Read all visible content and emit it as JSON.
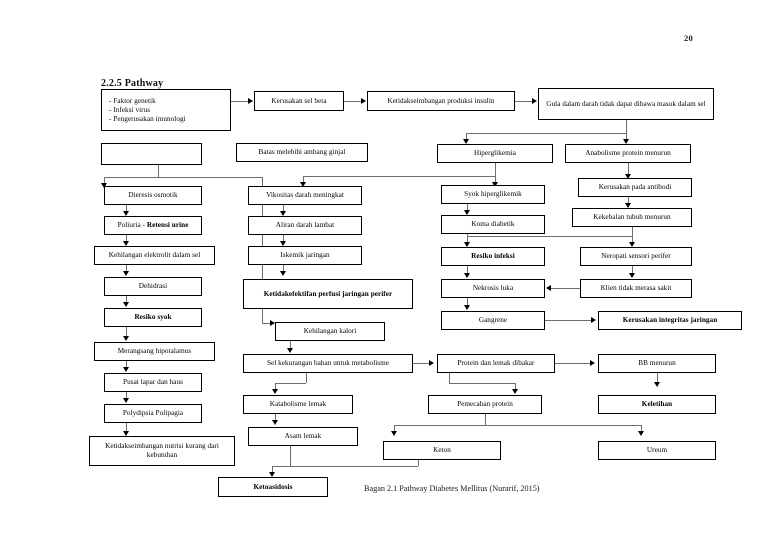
{
  "page": {
    "number": "20",
    "section_title": "2.2.5 Pathway",
    "caption": "Bagan 2.1 Pathway Diabetes Mellitus (Nurarif, 2015)"
  },
  "chart_data": {
    "type": "diagram",
    "title": "Bagan 2.1 Pathway Diabetes Mellitus (Nurarif, 2015)",
    "notes": "Flowchart pathway of Diabetes Mellitus pathophysiology"
  },
  "nodes": {
    "etiology": {
      "lines": [
        "-  Faktor genetik",
        "-  Infeksi virus",
        "-  Pengerusakan imunologi"
      ]
    },
    "kerusakan_sel_beta": {
      "label": "Kerusakan sel beta"
    },
    "ketidakseimbangan_insulin": {
      "label": "Ketidakseimbangan produksi insulin"
    },
    "gula_darah": {
      "label": "Gula dalam darah tidak dapat dibawa masuk dalam sel"
    },
    "empty_box": {
      "label": ""
    },
    "batas_ambang_ginjal": {
      "label": "Batas melebihi ambang ginjal"
    },
    "hiperglikemia": {
      "label": "Hiperglikemia"
    },
    "anabolisme_protein": {
      "label": "Anabolisme protein menurun"
    },
    "diuresis_osmotik": {
      "label": "Dieresis osmotik"
    },
    "vikositas_darah": {
      "label": "Vikositas darah meningkat"
    },
    "syok_hiperglikemik": {
      "label": "Syok hiperglikemik"
    },
    "kerusakan_antibodi": {
      "label": "Kerusakan pada antibodi"
    },
    "poliuria": {
      "prefix": "Poliuria - ",
      "bold": "Retensi urine"
    },
    "aliran_darah_lambat": {
      "label": "Aliran darah lambat"
    },
    "koma_diabetik": {
      "label": "Koma diabetik"
    },
    "kekebalan_tubuh": {
      "label": "Kekebalan tubuh menurun"
    },
    "kehilangan_elektrolit": {
      "label": "Kehilangan elektrolit dalam sel"
    },
    "iskemik_jaringan": {
      "label": "Iskemik jaringan"
    },
    "resiko_infeksi": {
      "label": "Resiko infeksi"
    },
    "neropati_sensori": {
      "label": "Neropati sensori perifer"
    },
    "dehidrasi": {
      "label": "Dehidrasi"
    },
    "ketidakefektifan_perfusi": {
      "label": "Ketidakefektifan perfusi jaringan perifer"
    },
    "nekrosis_luka": {
      "label": "Nekrosis luka"
    },
    "klien_tidak_merasa_sakit": {
      "label": "Klien tidak merasa sakit"
    },
    "resiko_syok": {
      "label": "Resiko syok"
    },
    "kehilangan_kalori": {
      "label": "Kehilangan kalori"
    },
    "gangrene": {
      "label": "Gangrene"
    },
    "kerusakan_integritas": {
      "label": "Kerusakan integritas jaringan"
    },
    "merangsang_hipotalamus": {
      "label": "Merangsang hipotalamus"
    },
    "sel_kekurangan_bahan": {
      "label": "Sel kekurangan bahan untuk metabolisme"
    },
    "protein_lemak_dibakar": {
      "label": "Protein dan lemak dibakar"
    },
    "bb_menurun": {
      "label": "BB menurun"
    },
    "pusat_lapar_haus": {
      "label": "Pusat lapar dan haus"
    },
    "katabolisme_lemak": {
      "label": "Katabolisme lemak"
    },
    "pemecahan_protein": {
      "label": "Pemecahan protein"
    },
    "keletihan": {
      "label": "Keletihan"
    },
    "polydipsia_polipagia": {
      "label": "Polydipsia Polipagia"
    },
    "asam_lemak": {
      "label": "Asam lemak"
    },
    "keton": {
      "label": "Keton"
    },
    "ureum": {
      "label": "Ureum"
    },
    "ketidakseimbangan_nutrisi": {
      "label": "Ketidakseimbangan nutrisi kurang dari kebutuhan"
    },
    "ketoasidosis": {
      "label": "Ketoasidosis"
    }
  }
}
